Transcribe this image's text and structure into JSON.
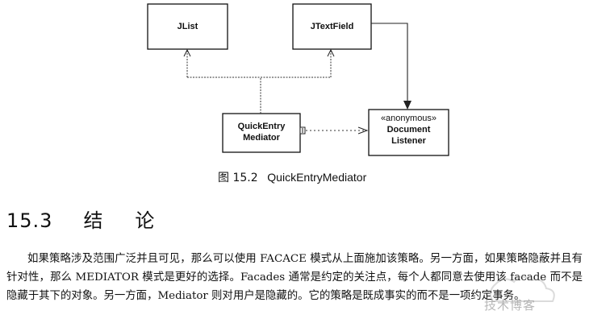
{
  "diagram": {
    "boxes": {
      "jlist": "JList",
      "jtextfield": "JTextField",
      "mediator_line1": "QuickEntry",
      "mediator_line2": "Mediator",
      "listener_stereotype": "«anonymous»",
      "listener_line1": "Document",
      "listener_line2": "Listener"
    }
  },
  "figure": {
    "number": "图 15.2",
    "title": "QuickEntryMediator"
  },
  "section": {
    "number": "15.3",
    "title": "结论"
  },
  "paragraph": "如果策略涉及范围广泛并且可见，那么可以使用 FACACE 模式从上面施加该策略。另一方面，如果策略隐蔽并且有针对性，那么 MEDIATOR 模式是更好的选择。Facades 通常是约定的关注点，每个人都同意去使用该 facade 而不是隐藏于其下的对象。另一方面，Mediator 则对用户是隐藏的。它的策略是既成事实的而不是一项约定事务。",
  "watermark": "技术博客"
}
